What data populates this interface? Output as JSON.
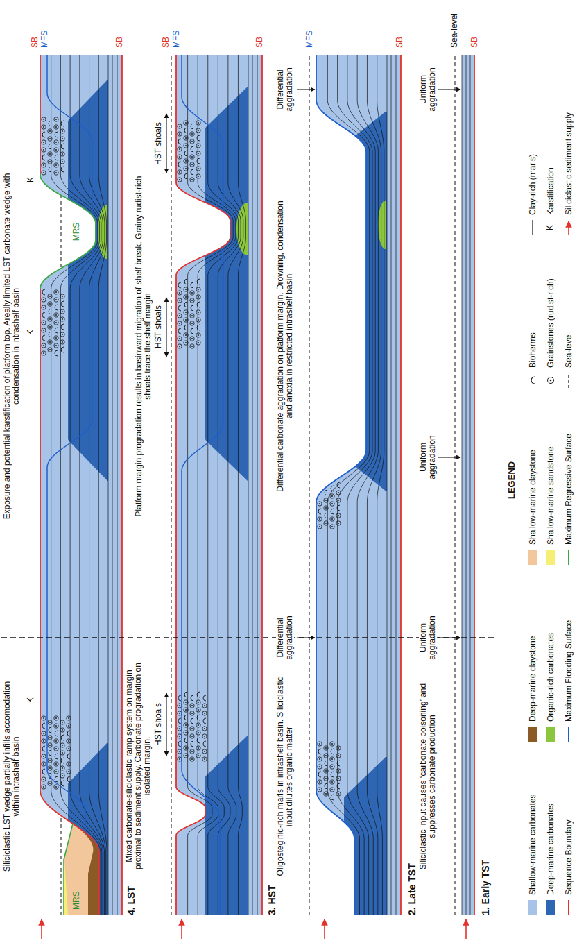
{
  "diagram": {
    "labels": [
      "Siliciclastic LST wedge partially infills accomodation within intrashelf basin",
      "Exposure and potential karstification of platform top. Areally limited LST carbonate wedge with condensation in intrashelf basin",
      "SB",
      "MFS",
      "K",
      "K",
      "K",
      "MRS",
      "MRS",
      "SB",
      "4. LST",
      "Mixed carbonate-siliciclastic ramp system on margin proximal to sediment supply. Carbonate progradation on isolated margin.",
      "Platform margin progradation results in basinward migration of shelf break. Grainy rudist-rich shoals trace the shelf margin",
      "HST shoals",
      "HST shoals",
      "HST shoals",
      "SB",
      "MFS",
      "SB",
      "3. HST",
      "Oligosteginid-rich marls in intrashelf basin. Siliciclastic input dilutes organic matter",
      "Differential carbonate aggradation on platform margin. Drowning, condensation and anoxia in restricted intrashelf basin",
      "Differential aggradation",
      "Differential aggradation",
      "MFS",
      "SB",
      "2. Late TST",
      "Siliciclastic input causes ‘carbonate poisoning’ and suppresses carbonate production",
      "Uniform aggradation",
      "Uniform aggradation",
      "Uniform aggradation",
      "Sea-level",
      "SB",
      "1. Early TST",
      "LEGEND",
      "K"
    ],
    "legend": [
      {
        "text": "Shallow-marine carbonates",
        "color": "#a7c4e8"
      },
      {
        "text": "Deep-marine carbonates",
        "color": "#2e66b4"
      },
      {
        "text": "Sequence Boundary"
      },
      {
        "text": "Deep-marine claystone",
        "color": "#8c5a24"
      },
      {
        "text": "Organic-rich carbonates",
        "color": "#8cc63e"
      },
      {
        "text": "Maximum Flooding Surface"
      },
      {
        "text": "Shallow-marine claystone",
        "color": "#f2c79c"
      },
      {
        "text": "Shallow-marine sandstone",
        "color": "#f6ef76"
      },
      {
        "text": "Maximum Regressive Surface"
      },
      {
        "text": "Bioherms"
      },
      {
        "text": "Grainstones (rudist-rich)"
      },
      {
        "text": "Sea-level"
      },
      {
        "text": "Clay-rich (marls)"
      },
      {
        "text": "Karstification"
      },
      {
        "text": "Siliciclastic sediment supply"
      }
    ]
  }
}
